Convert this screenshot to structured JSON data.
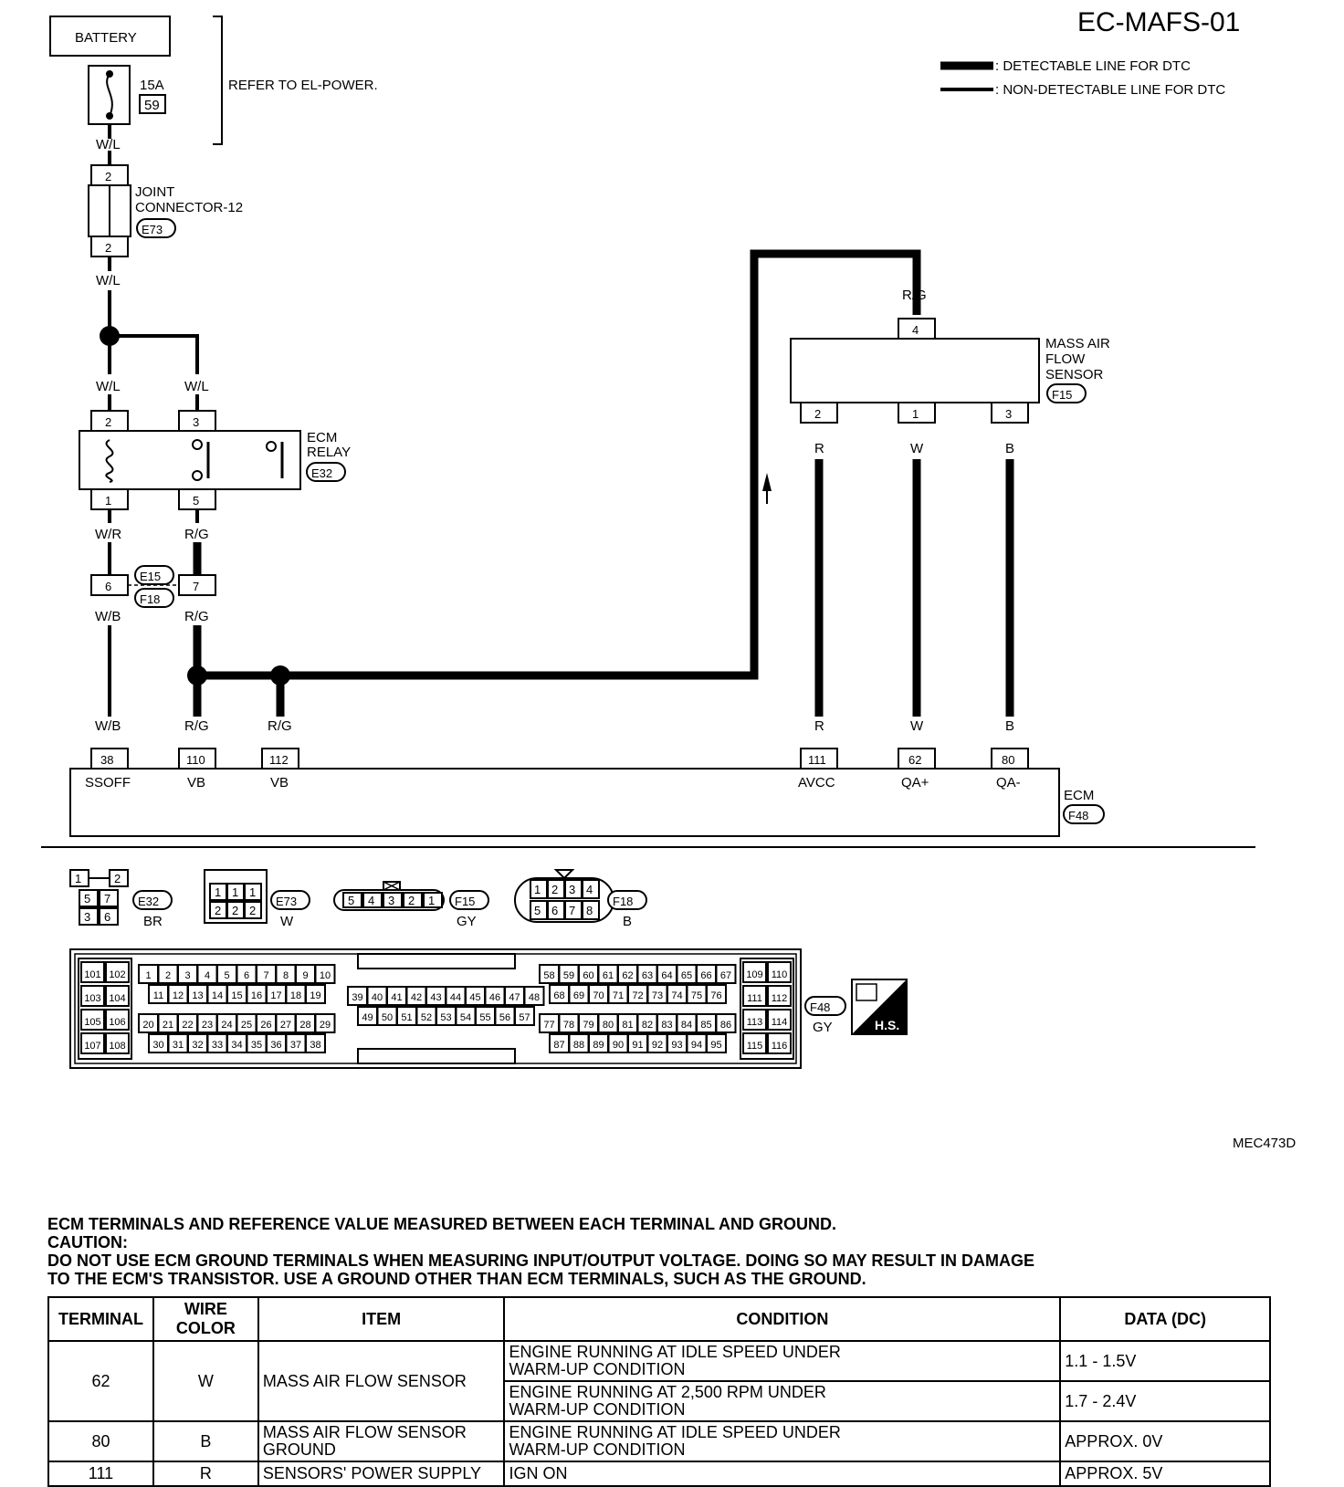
{
  "header": {
    "diagram_id": "EC-MAFS-01",
    "legend_detectable": ": DETECTABLE LINE FOR DTC",
    "legend_non_detectable": ": NON-DETECTABLE LINE FOR DTC",
    "figure_code": "MEC473D"
  },
  "power": {
    "battery": "BATTERY",
    "fuse_rating": "15A",
    "fuse_number": "59",
    "refer": "REFER TO EL-POWER.",
    "wire_wl": "W/L"
  },
  "joint_connector": {
    "label_1": "JOINT",
    "label_2": "CONNECTOR-12",
    "connector": "E73",
    "pin_top": "2",
    "pin_bottom": "2"
  },
  "relay": {
    "label_1": "ECM",
    "label_2": "RELAY",
    "connector": "E32",
    "pin_2": "2",
    "pin_3": "3",
    "pin_1": "1",
    "pin_5": "5",
    "wire_wr": "W/R",
    "wire_rg": "R/G",
    "wire_wb": "W/B"
  },
  "inline_connector": {
    "top": "E15",
    "bottom": "F18",
    "pin_6": "6",
    "pin_7": "7"
  },
  "maf_sensor": {
    "label_1": "MASS AIR",
    "label_2": "FLOW",
    "label_3": "SENSOR",
    "connector": "F15",
    "pin_4": "4",
    "pin_2": "2",
    "pin_1": "1",
    "pin_3": "3",
    "wire_rg": "R/G",
    "wire_r": "R",
    "wire_w": "W",
    "wire_b": "B"
  },
  "ecm": {
    "label": "ECM",
    "connector": "F48",
    "terminals": [
      {
        "pin": "38",
        "name": "SSOFF",
        "wire": "W/B"
      },
      {
        "pin": "110",
        "name": "VB",
        "wire": "R/G"
      },
      {
        "pin": "112",
        "name": "VB",
        "wire": "R/G"
      },
      {
        "pin": "111",
        "name": "AVCC",
        "wire": "R"
      },
      {
        "pin": "62",
        "name": "QA+",
        "wire": "W"
      },
      {
        "pin": "80",
        "name": "QA-",
        "wire": "B"
      }
    ]
  },
  "connector_views": {
    "e32": {
      "id": "E32",
      "color": "BR",
      "pins": [
        "1",
        "2",
        "5",
        "7",
        "3",
        "6"
      ]
    },
    "e73": {
      "id": "E73",
      "color": "W",
      "pins": [
        "1",
        "1",
        "1",
        "2",
        "2",
        "2"
      ]
    },
    "f15": {
      "id": "F15",
      "color": "GY",
      "pins": [
        "5",
        "4",
        "3",
        "2",
        "1"
      ]
    },
    "f18": {
      "id": "F18",
      "color": "B",
      "pins": [
        "1",
        "2",
        "3",
        "4",
        "5",
        "6",
        "7",
        "8"
      ]
    },
    "f48": {
      "id": "F48",
      "color": "GY",
      "badge": "H.S.",
      "left_block": [
        "101",
        "102",
        "103",
        "104",
        "105",
        "106",
        "107",
        "108"
      ],
      "right_block": [
        "109",
        "110",
        "111",
        "112",
        "113",
        "114",
        "115",
        "116"
      ],
      "rows": [
        [
          "1",
          "2",
          "3",
          "4",
          "5",
          "6",
          "7",
          "8",
          "9",
          "10"
        ],
        [
          "11",
          "12",
          "13",
          "14",
          "15",
          "16",
          "17",
          "18",
          "19"
        ],
        [
          "20",
          "21",
          "22",
          "23",
          "24",
          "25",
          "26",
          "27",
          "28",
          "29"
        ],
        [
          "30",
          "31",
          "32",
          "33",
          "34",
          "35",
          "36",
          "37",
          "38"
        ],
        [
          "39",
          "40",
          "41",
          "42",
          "43",
          "44",
          "45",
          "46",
          "47",
          "48"
        ],
        [
          "49",
          "50",
          "51",
          "52",
          "53",
          "54",
          "55",
          "56",
          "57"
        ],
        [
          "58",
          "59",
          "60",
          "61",
          "62",
          "63",
          "64",
          "65",
          "66",
          "67"
        ],
        [
          "68",
          "69",
          "70",
          "71",
          "72",
          "73",
          "74",
          "75",
          "76"
        ],
        [
          "77",
          "78",
          "79",
          "80",
          "81",
          "82",
          "83",
          "84",
          "85",
          "86"
        ],
        [
          "87",
          "88",
          "89",
          "90",
          "91",
          "92",
          "93",
          "94",
          "95"
        ]
      ]
    }
  },
  "reference": {
    "heading": "ECM TERMINALS AND REFERENCE VALUE MEASURED BETWEEN EACH TERMINAL AND GROUND.",
    "caution": "CAUTION:",
    "caution_line1": "DO NOT USE ECM GROUND TERMINALS WHEN MEASURING INPUT/OUTPUT VOLTAGE. DOING SO MAY RESULT IN DAMAGE",
    "caution_line2": "TO THE ECM'S TRANSISTOR. USE A GROUND OTHER THAN ECM TERMINALS, SUCH AS THE GROUND.",
    "columns": [
      "TERMINAL",
      "WIRE COLOR",
      "ITEM",
      "CONDITION",
      "DATA (DC)"
    ],
    "rows": [
      {
        "terminal": "62",
        "wire": "W",
        "item": "MASS AIR FLOW SENSOR",
        "cond1_a": "ENGINE RUNNING AT IDLE SPEED UNDER",
        "cond1_b": "WARM-UP CONDITION",
        "data1": "1.1 - 1.5V",
        "cond2_a": "ENGINE RUNNING AT 2,500 RPM UNDER",
        "cond2_b": "WARM-UP CONDITION",
        "data2": "1.7 - 2.4V"
      },
      {
        "terminal": "80",
        "wire": "B",
        "item_a": "MASS AIR FLOW SENSOR",
        "item_b": "GROUND",
        "cond_a": "ENGINE RUNNING AT IDLE SPEED UNDER",
        "cond_b": "WARM-UP CONDITION",
        "data": "APPROX. 0V"
      },
      {
        "terminal": "111",
        "wire": "R",
        "item": "SENSORS' POWER SUPPLY",
        "cond": "IGN ON",
        "data": "APPROX. 5V"
      }
    ]
  }
}
